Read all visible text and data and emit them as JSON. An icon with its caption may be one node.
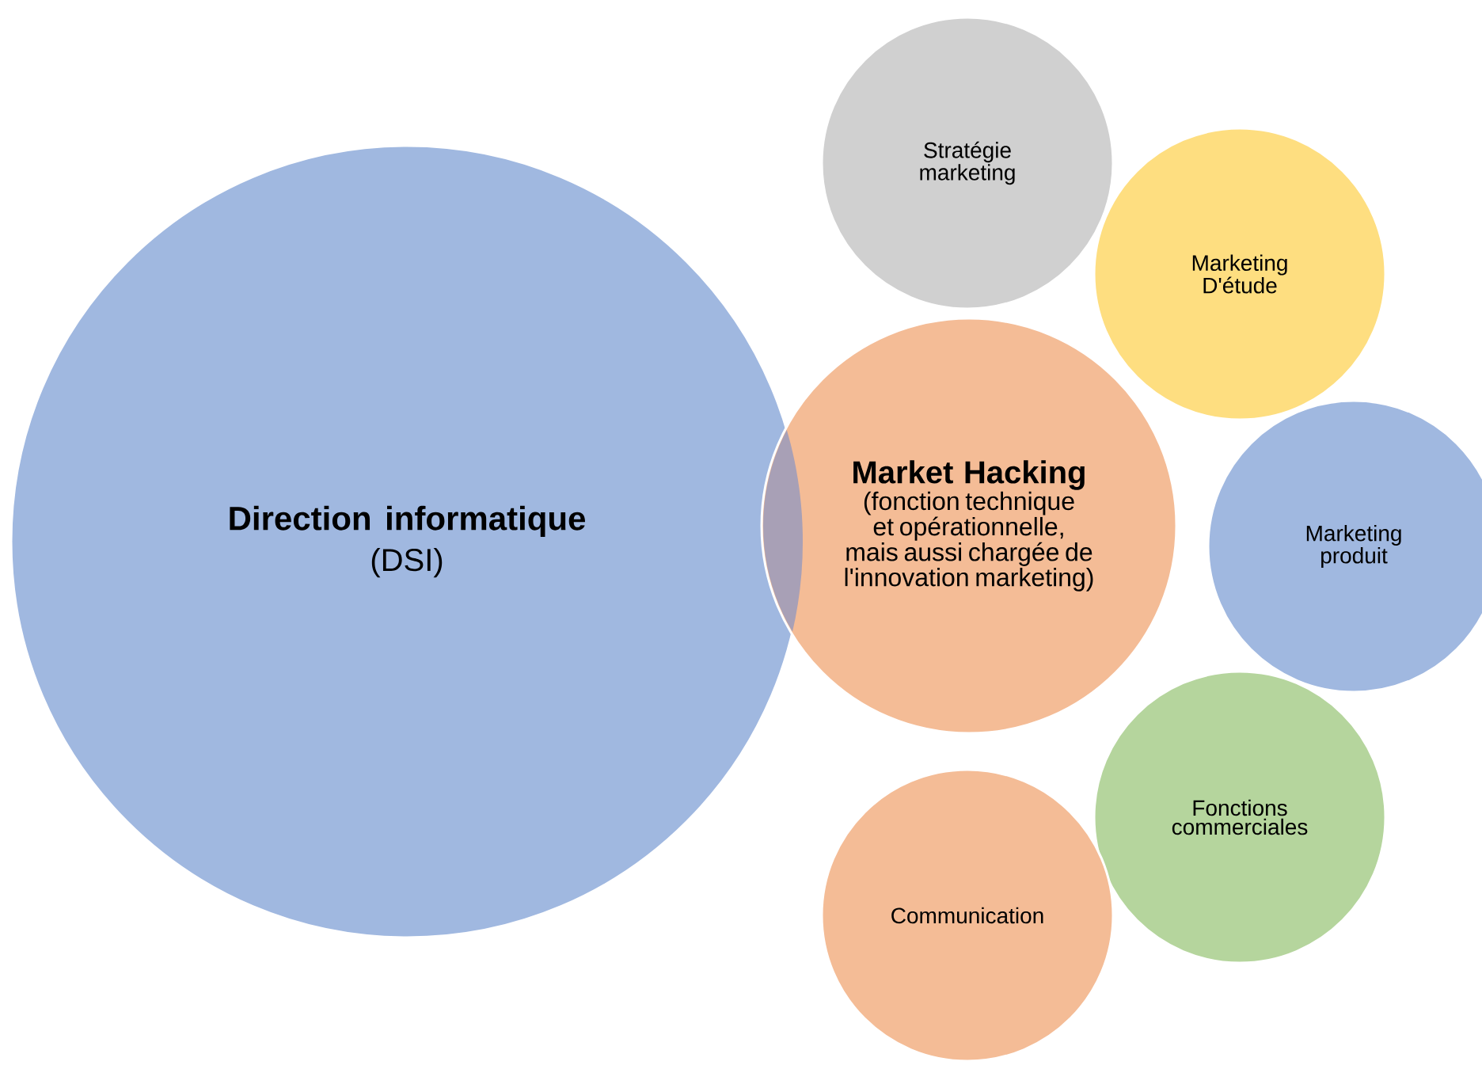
{
  "diagram": {
    "nodes": [
      {
        "text": [
          "Direction informatique",
          "(DSI)"
        ]
      },
      {
        "text": [
          "Market Hacking",
          "(fonction technique et opérationnelle, mais aussi chargée de l'innovation marketing)"
        ]
      },
      {
        "text": [
          "Stratégie marketing"
        ]
      },
      {
        "text": [
          "Marketing D'étude"
        ]
      },
      {
        "text": [
          "Marketing produit"
        ]
      },
      {
        "text": [
          "Fonctions commerciales"
        ]
      },
      {
        "text": [
          "Communication"
        ]
      }
    ]
  }
}
